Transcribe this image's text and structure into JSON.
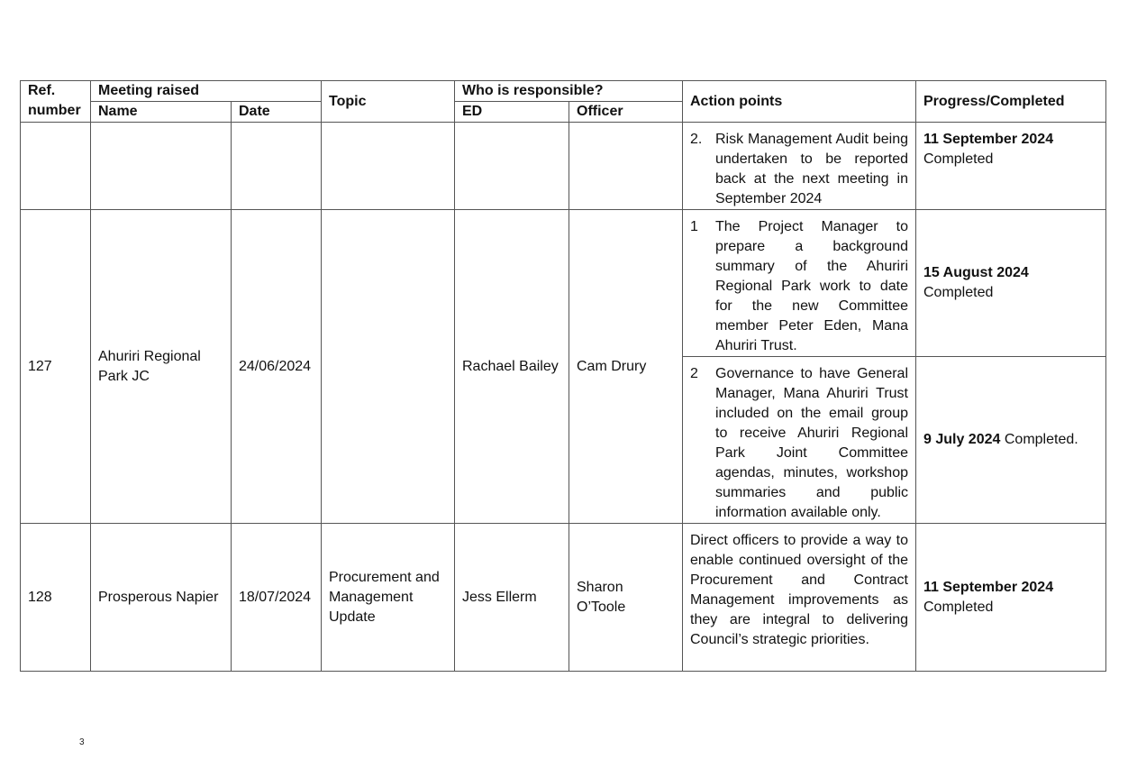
{
  "headers": {
    "ref": "Ref. number",
    "meeting_raised": "Meeting raised",
    "name": "Name",
    "date": "Date",
    "topic": "Topic",
    "who": "Who is responsible?",
    "ed": "ED",
    "officer": "Officer",
    "action": "Action points",
    "progress": "Progress/Completed"
  },
  "row_cont": {
    "action_num": "2.",
    "action_text": "Risk Management Audit being undertaken to be reported back at the next meeting in September 2024",
    "progress_date": "11 September 2024",
    "progress_status": "Completed"
  },
  "row127": {
    "ref": "127",
    "name": "Ahuriri Regional Park JC",
    "date": "24/06/2024",
    "topic": "",
    "ed": "Rachael Bailey",
    "officer": "Cam Drury",
    "actions": [
      {
        "num": "1",
        "text": "The Project Manager to prepare a background summary of the Ahuriri Regional Park work to date for the new Committee member Peter Eden, Mana Ahuriri Trust.",
        "progress_date": "15 August 2024",
        "progress_status": "Completed"
      },
      {
        "num": "2",
        "text": "Governance to have General Manager, Mana Ahuriri Trust included on the email group to receive Ahuriri Regional Park Joint Committee agendas, minutes, workshop summaries and public information available only.",
        "progress_date": "9 July 2024",
        "progress_status": "Completed."
      }
    ]
  },
  "row128": {
    "ref": "128",
    "name": "Prosperous Napier",
    "date": "18/07/2024",
    "topic": "Procurement and Management Update",
    "ed": "Jess Ellerm",
    "officer": "Sharon O’Toole",
    "action_text": "Direct officers to provide a way to enable continued oversight of the Procurement and Contract Management improvements as they are integral to delivering Council’s strategic priorities.",
    "progress_date": "11 September 2024",
    "progress_status": "Completed"
  },
  "page_number": "3"
}
